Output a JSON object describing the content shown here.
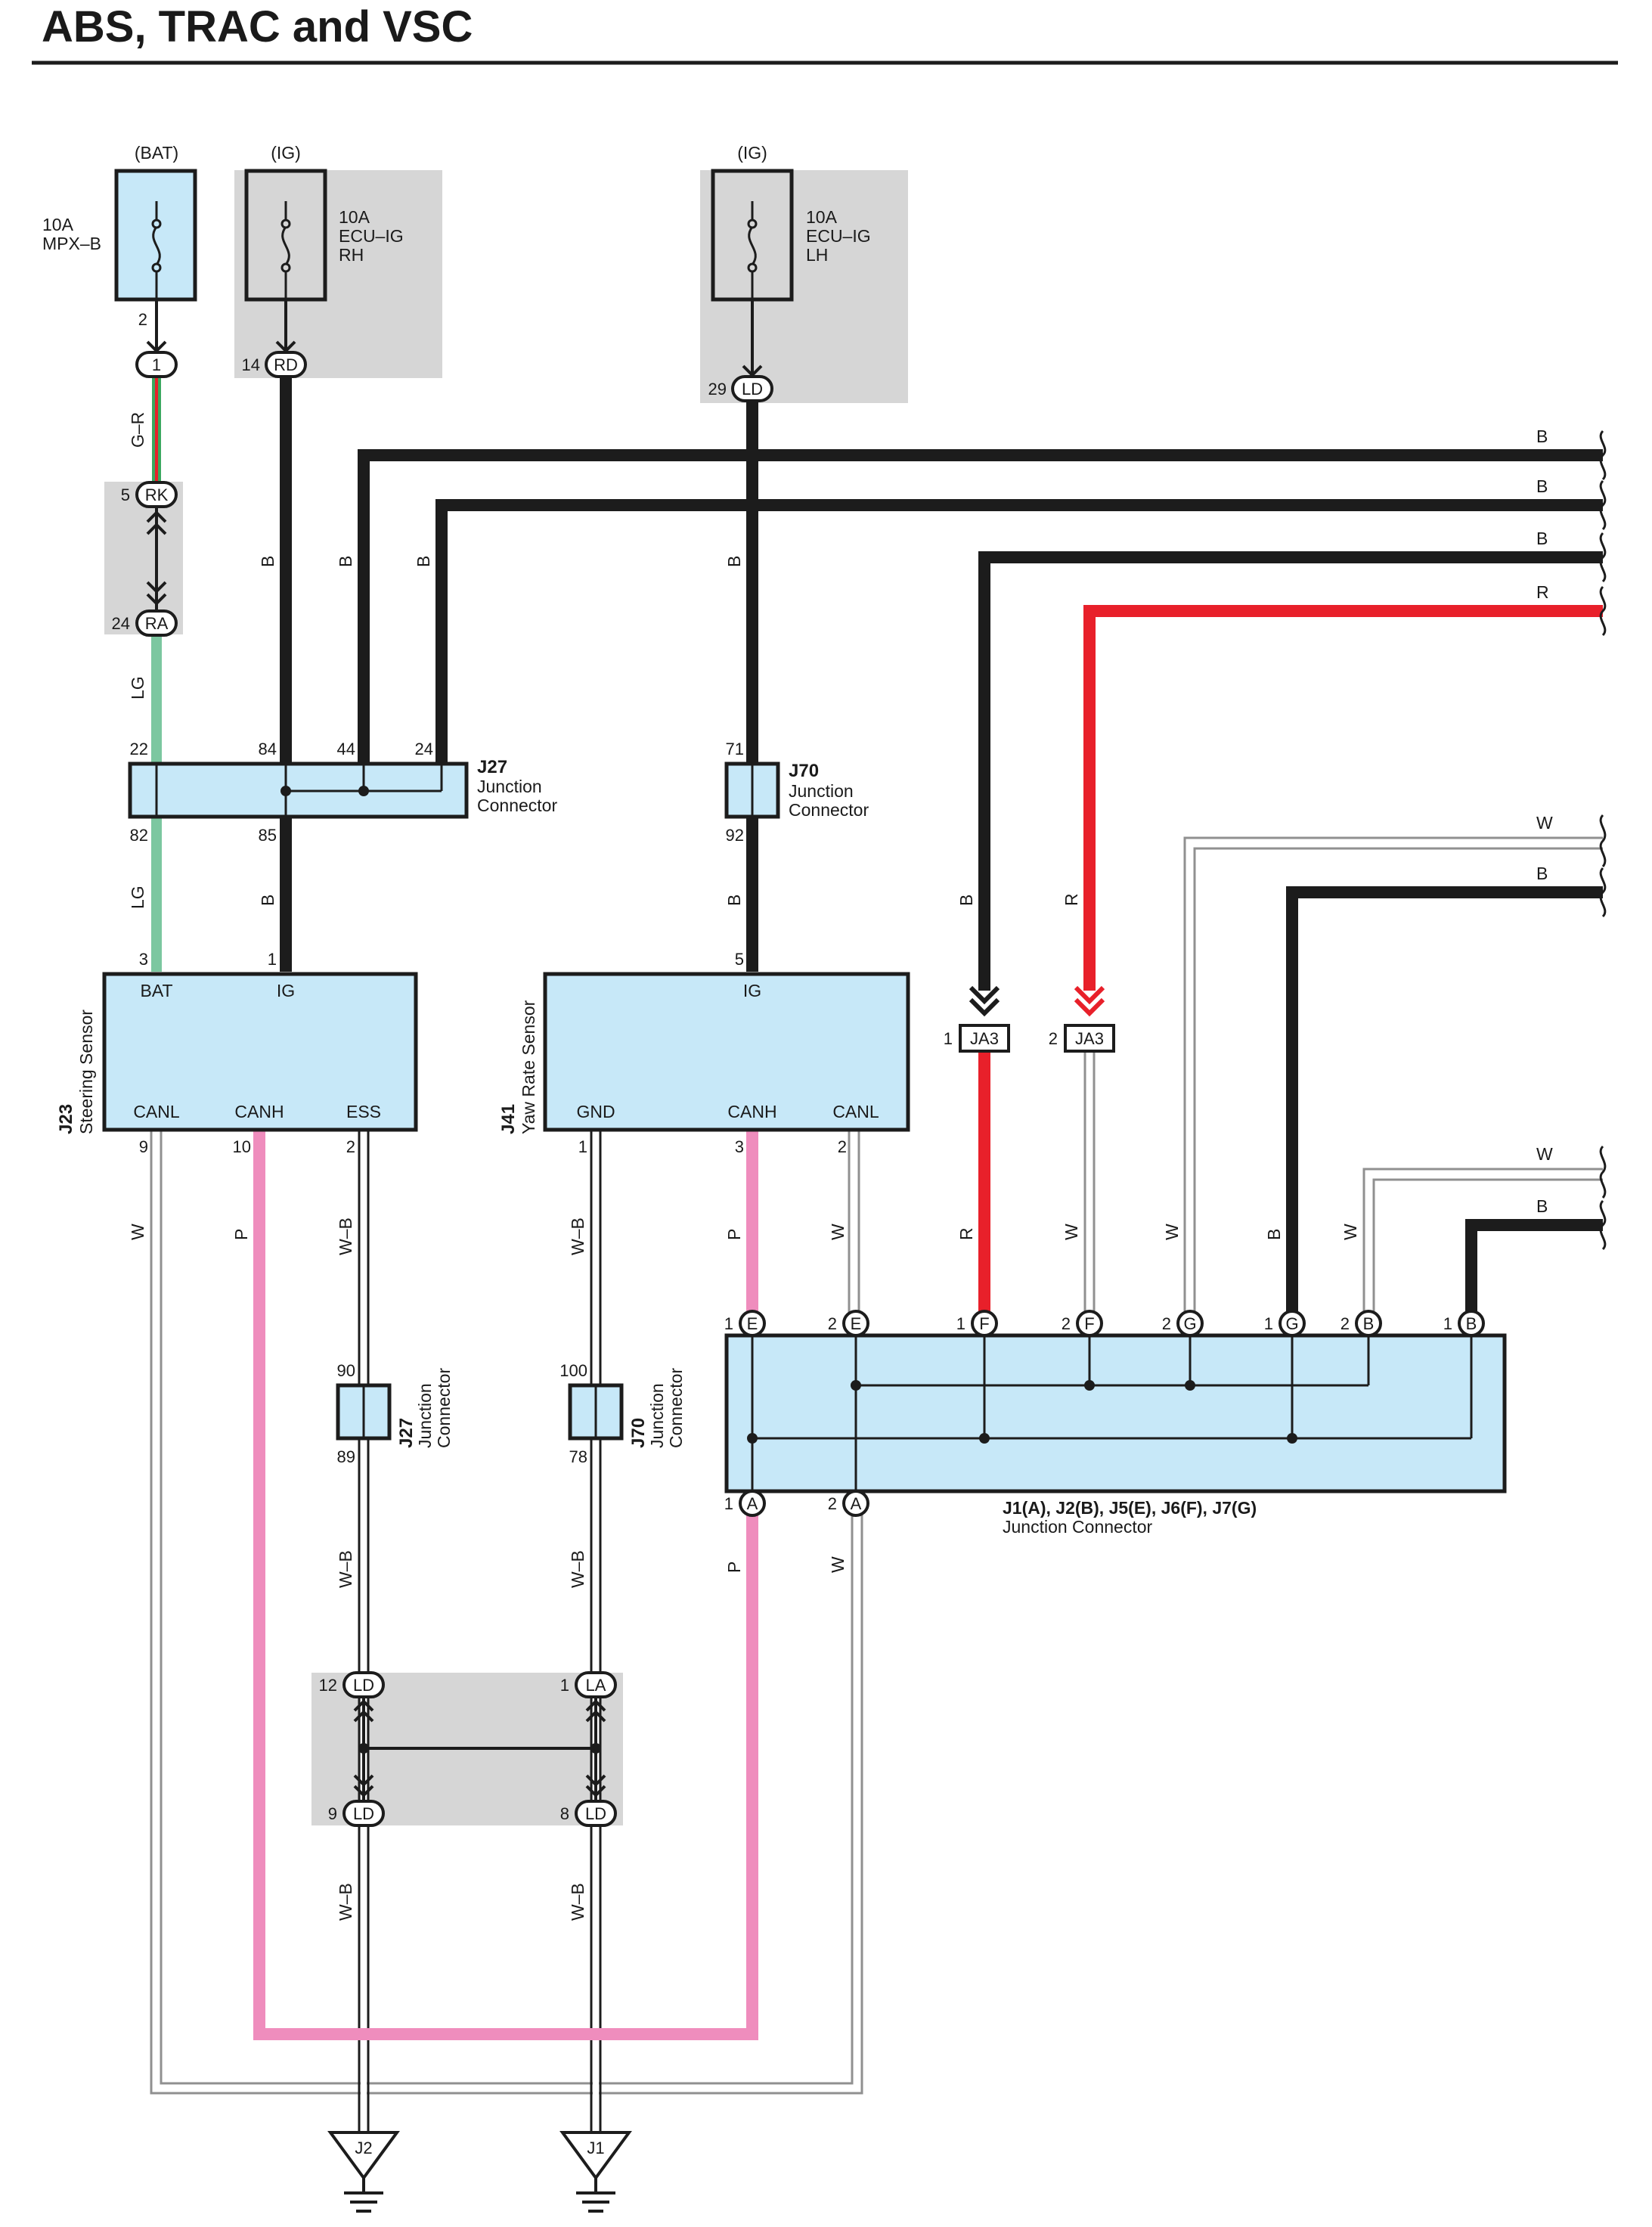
{
  "title": "ABS, TRAC and VSC",
  "colors": {
    "black": "#1c1c1c",
    "red": "#e8202a",
    "pink": "#ef8dbd",
    "light_green": "#7cc7a0",
    "white_wire": "#909090",
    "box_fill": "#c7e8f8",
    "shade": "#d6d6d6"
  },
  "sources": {
    "bat": "(BAT)",
    "ig1": "(IG)",
    "ig2": "(IG)"
  },
  "fuses": {
    "mpxb": {
      "amp": "10A",
      "name": "MPX–B",
      "pin": "2"
    },
    "rh": {
      "amp": "10A",
      "line1": "ECU–IG",
      "line2": "RH"
    },
    "lh": {
      "amp": "10A",
      "line1": "ECU–IG",
      "line2": "LH"
    }
  },
  "inline_connectors": {
    "c1": {
      "pin": "1"
    },
    "rd": {
      "num": "14",
      "code": "RD"
    },
    "ld_top": {
      "num": "29",
      "code": "LD"
    },
    "rk": {
      "num": "5",
      "code": "RK"
    },
    "ra": {
      "num": "24",
      "code": "RA"
    },
    "ld12": {
      "num": "12",
      "code": "LD"
    },
    "la1": {
      "num": "1",
      "code": "LA"
    },
    "ld9": {
      "num": "9",
      "code": "LD"
    },
    "ld8": {
      "num": "8",
      "code": "LD"
    }
  },
  "wire_colors": {
    "gr": "G–R",
    "lg1": "LG",
    "lg2": "LG",
    "b1": "B",
    "b2": "B",
    "b3": "B",
    "b4": "B",
    "b5": "B",
    "b6": "B",
    "b7": "B",
    "b8": "B",
    "b9": "B",
    "r1": "R",
    "r2": "R",
    "w_ja3": "W",
    "w_g": "W",
    "b_g": "B",
    "w_b": "W",
    "w_canl1": "W",
    "p_canh1": "P",
    "wb_ess1": "W–B",
    "wb_gnd1": "W–B",
    "p_canh2": "P",
    "w_canl2": "W",
    "wb_ess2": "W–B",
    "wb_gnd2": "W–B",
    "wb_ess3": "W–B",
    "wb_gnd3": "W–B",
    "p_a": "P",
    "w_a": "W"
  },
  "right_labels": {
    "b1": "B",
    "b2": "B",
    "b3": "B",
    "r": "R",
    "w1": "W",
    "b4": "B",
    "w2": "W",
    "b5": "B"
  },
  "j27_top": {
    "name": "J27",
    "line1": "Junction",
    "line2": "Connector",
    "pins_top": [
      "22",
      "84",
      "44",
      "24"
    ],
    "pins_bottom": [
      "82",
      "85"
    ]
  },
  "j70_top": {
    "name": "J70",
    "line1": "Junction",
    "line2": "Connector",
    "pin_top": "71",
    "pin_bottom": "92"
  },
  "j23": {
    "code": "J23",
    "name": "Steering Sensor",
    "pins": {
      "bat": "3",
      "ig": "1",
      "canl": "9",
      "canh": "10",
      "ess": "2"
    },
    "terms": {
      "bat": "BAT",
      "ig": "IG",
      "canl": "CANL",
      "canh": "CANH",
      "ess": "ESS"
    }
  },
  "j41": {
    "code": "J41",
    "name": "Yaw Rate Sensor",
    "pins": {
      "ig": "5",
      "gnd": "1",
      "canh": "3",
      "canl": "2"
    },
    "terms": {
      "ig": "IG",
      "gnd": "GND",
      "canh": "CANH",
      "canl": "CANL"
    }
  },
  "ja3": {
    "a": {
      "num": "1",
      "code": "JA3"
    },
    "b": {
      "num": "2",
      "code": "JA3"
    }
  },
  "junction_block": {
    "title": "J1(A), J2(B), J5(E), J6(F), J7(G)",
    "subtitle": "Junction Connector",
    "top_pins": [
      {
        "num": "1",
        "code": "E"
      },
      {
        "num": "2",
        "code": "E"
      },
      {
        "num": "1",
        "code": "F"
      },
      {
        "num": "2",
        "code": "F"
      },
      {
        "num": "2",
        "code": "G"
      },
      {
        "num": "1",
        "code": "G"
      },
      {
        "num": "2",
        "code": "B"
      },
      {
        "num": "1",
        "code": "B"
      }
    ],
    "bottom_pins": [
      {
        "num": "1",
        "code": "A"
      },
      {
        "num": "2",
        "code": "A"
      }
    ]
  },
  "j27_mid": {
    "name": "J27",
    "line1": "Junction",
    "line2": "Connector",
    "pin_top": "90",
    "pin_bottom": "89"
  },
  "j70_mid": {
    "name": "J70",
    "line1": "Junction",
    "line2": "Connector",
    "pin_top": "100",
    "pin_bottom": "78"
  },
  "grounds": {
    "j2": "J2",
    "j1": "J1"
  }
}
